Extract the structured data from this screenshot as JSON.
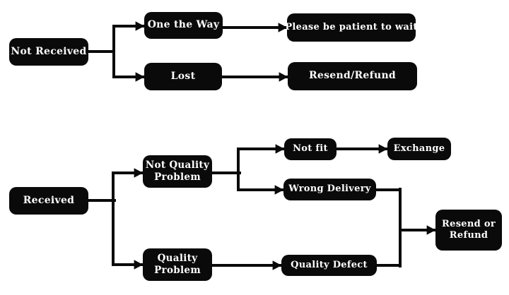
{
  "diagram": {
    "type": "flowchart",
    "colors": {
      "background": "#ffffff",
      "node_bg": "#0a0a0a",
      "node_text": "#ffffff",
      "connector": "#0a0a0a"
    },
    "flows": [
      {
        "name": "not-received-flow",
        "nodes": {
          "not_received": "Not Received",
          "one_the_way": "One the Way",
          "please_wait": "Please be patient to wait",
          "lost": "Lost",
          "resend_refund": "Resend/Refund"
        },
        "edges": [
          "Not Received -> One the Way",
          "Not Received -> Lost",
          "One the Way -> Please be patient to wait",
          "Lost -> Resend/Refund"
        ]
      },
      {
        "name": "received-flow",
        "nodes": {
          "received": "Received",
          "not_quality_problem": "Not Quality Problem",
          "quality_problem": "Quality Problem",
          "not_fit": "Not fit",
          "exchange": "Exchange",
          "wrong_delivery": "Wrong Delivery",
          "quality_defect": "Quality Defect",
          "resend_or_refund": "Resend or Refund"
        },
        "edges": [
          "Received -> Not Quality Problem",
          "Received -> Quality Problem",
          "Not Quality Problem -> Not fit",
          "Not Quality Problem -> Wrong Delivery",
          "Not fit -> Exchange",
          "Wrong Delivery -> Resend or Refund",
          "Quality Problem -> Quality Defect",
          "Quality Defect -> Resend or Refund"
        ]
      }
    ]
  }
}
